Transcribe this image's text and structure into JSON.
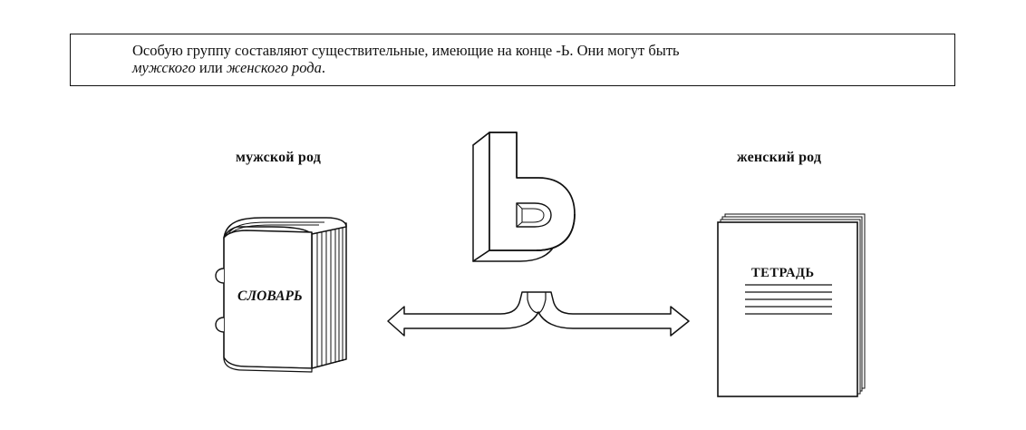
{
  "rule": {
    "part1": "Особую группу составляют существительные, имеющие на конце ",
    "part2": " -Ь. Они могут быть",
    "masc": "мужского",
    "middle": " или ",
    "fem": "женского рода",
    "end": "."
  },
  "labels": {
    "masculine": "мужской род",
    "feminine": "женский род"
  },
  "dictionary": {
    "title": "СЛОВАРЬ"
  },
  "notebook": {
    "title": "ТЕТРАДЬ"
  },
  "center_letter": "Ь"
}
